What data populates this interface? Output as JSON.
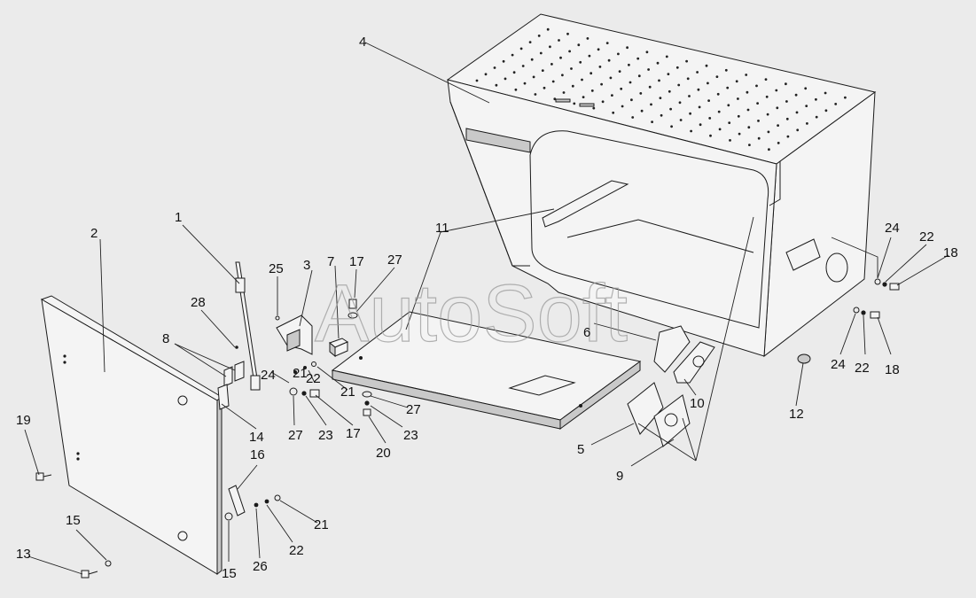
{
  "watermark": "AutoSoft",
  "labels": {
    "l1": "1",
    "l2": "2",
    "l3": "3",
    "l4": "4",
    "l5": "5",
    "l6": "6",
    "l7": "7",
    "l8": "8",
    "l9": "9",
    "l10": "10",
    "l11": "11",
    "l12": "12",
    "l13": "13",
    "l14": "14",
    "l15a": "15",
    "l15b": "15",
    "l16": "16",
    "l17a": "17",
    "l17b": "17",
    "l18a": "18",
    "l18b": "18",
    "l19": "19",
    "l20": "20",
    "l21a": "21",
    "l21b": "21",
    "l21c": "21",
    "l22a": "22",
    "l22b": "22",
    "l22c": "22",
    "l22d": "22",
    "l23a": "23",
    "l23b": "23",
    "l24a": "24",
    "l24b": "24",
    "l24c": "24",
    "l25": "25",
    "l26": "26",
    "l27a": "27",
    "l27b": "27",
    "l27c": "27",
    "l28": "28"
  }
}
